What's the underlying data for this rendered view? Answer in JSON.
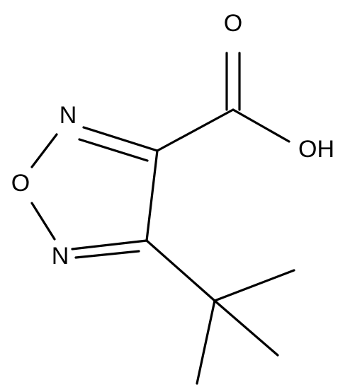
{
  "atoms": {
    "carbonyl_o": "O",
    "hydroxyl": "OH",
    "ring_n_top": "N",
    "ring_o": "O",
    "ring_n_bottom": "N"
  },
  "colors": {
    "bond": "#000000",
    "label": "#000000",
    "background": "#ffffff"
  }
}
